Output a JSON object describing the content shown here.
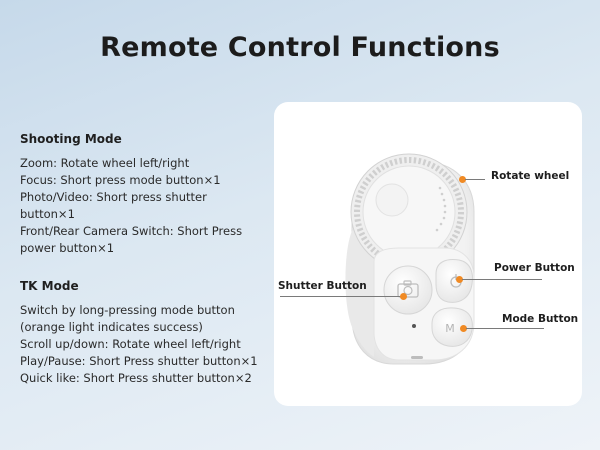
{
  "title": "Remote Control Functions",
  "shooting_mode": {
    "heading": "Shooting Mode",
    "lines": [
      "Zoom: Rotate wheel left/right",
      "Focus: Short press mode button×1",
      "Photo/Video: Short press shutter",
      "button×1",
      "Front/Rear Camera Switch: Short Press",
      "power button×1"
    ]
  },
  "tk_mode": {
    "heading": "TK Mode",
    "lines": [
      "Switch by long-pressing mode button",
      "(orange light indicates success)",
      "Scroll up/down: Rotate wheel left/right",
      "Play/Pause: Short Press shutter button×1",
      "Quick like: Short Press shutter button×2"
    ]
  },
  "callouts": {
    "rotate_wheel": "Rotate wheel",
    "shutter_button": "Shutter Button",
    "power_button": "Power Button",
    "mode_button": "Mode Button"
  },
  "colors": {
    "accent_dot": "#f08a24",
    "card": "#ffffff",
    "device": "#f4f4f4"
  },
  "device_buttons": {
    "mode_letter": "M"
  }
}
